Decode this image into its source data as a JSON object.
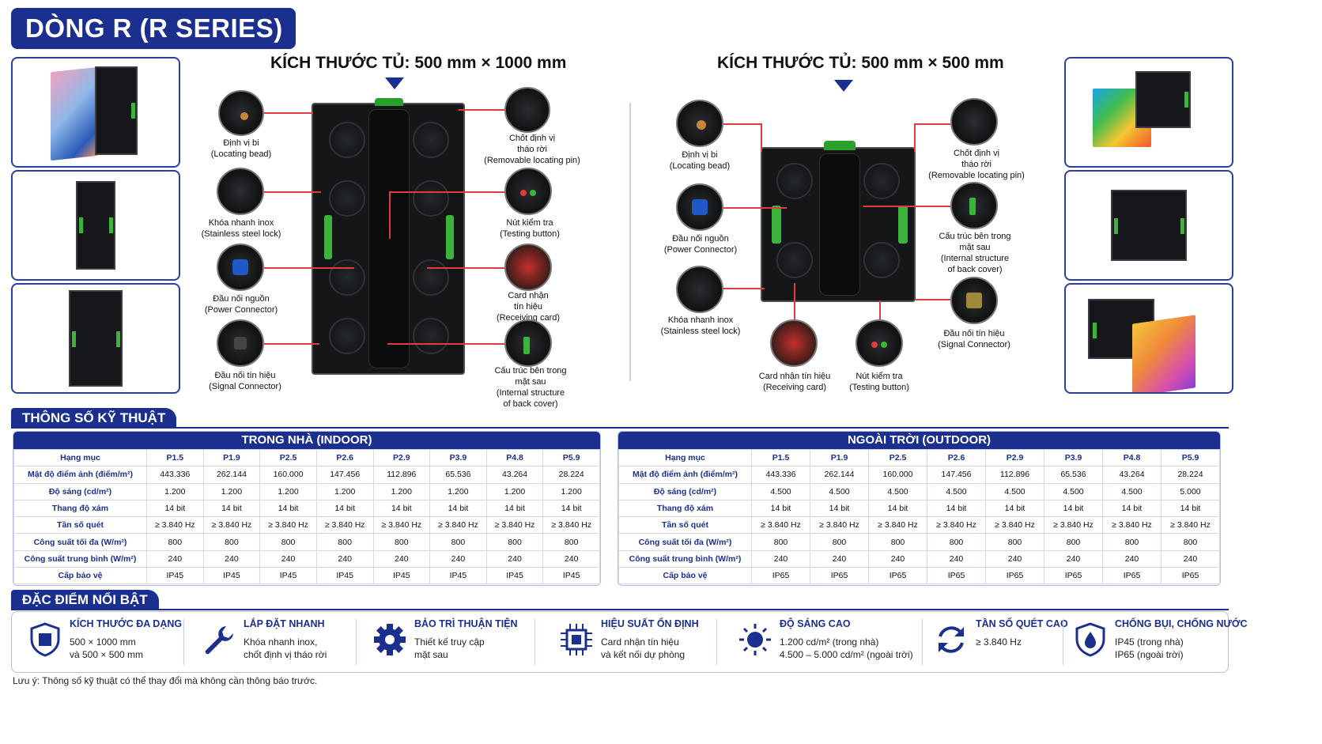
{
  "title": "DÒNG R (R SERIES)",
  "cabinet_left": {
    "title": "KÍCH THƯỚC TỦ: 500 mm × 1000 mm",
    "callouts": [
      {
        "vi": "Định vị bi",
        "en": "(Locating bead)"
      },
      {
        "vi": "Khóa nhanh inox",
        "en": "(Stainless steel lock)"
      },
      {
        "vi": "Đầu nối nguồn",
        "en": "(Power Connector)"
      },
      {
        "vi": "Đầu nối tín hiệu",
        "en": "(Signal Connector)"
      },
      {
        "vi": "Chốt định vị",
        "vi2": "tháo rời",
        "en": "(Removable locating pin)"
      },
      {
        "vi": "Nút kiểm tra",
        "en": "(Testing button)"
      },
      {
        "vi": "Card nhận",
        "vi2": "tín hiệu",
        "en": "(Receiving card)"
      },
      {
        "vi": "Cấu trúc bên trong",
        "vi2": "mặt sau",
        "en": "(Internal structure",
        "en2": "of back cover)"
      }
    ]
  },
  "cabinet_right": {
    "title": "KÍCH THƯỚC TỦ: 500 mm × 500 mm",
    "callouts": [
      {
        "vi": "Định vị bi",
        "en": "(Locating bead)"
      },
      {
        "vi": "Đầu nối nguồn",
        "en": "(Power Connector)"
      },
      {
        "vi": "Khóa nhanh inox",
        "en": "(Stainless steel lock)"
      },
      {
        "vi": "Card nhận tín hiệu",
        "en": "(Receiving card)"
      },
      {
        "vi": "Nút kiểm tra",
        "en": "(Testing button)"
      },
      {
        "vi": "Chốt định vị",
        "vi2": "tháo rời",
        "en": "(Removable locating pin)"
      },
      {
        "vi": "Cấu trúc bên trong",
        "vi2": "mặt sau",
        "en": "(Internal structure",
        "en2": "of back cover)"
      },
      {
        "vi": "Đầu nối tín hiệu",
        "en": "(Signal Connector)"
      }
    ]
  },
  "specs": {
    "section_title": "THÔNG SỐ KỸ THUẬT",
    "indoor": {
      "title": "TRONG NHÀ (INDOOR)",
      "header": [
        "Hạng mục",
        "P1.5",
        "P1.9",
        "P2.5",
        "P2.6",
        "P2.9",
        "P3.9",
        "P4.8",
        "P5.9"
      ],
      "rows": [
        [
          "Mật độ điểm ảnh (điểm/m²)",
          "443.336",
          "262.144",
          "160.000",
          "147.456",
          "112.896",
          "65.536",
          "43.264",
          "28.224"
        ],
        [
          "Độ sáng (cd/m²)",
          "1.200",
          "1.200",
          "1.200",
          "1.200",
          "1.200",
          "1.200",
          "1.200",
          "1.200"
        ],
        [
          "Thang độ xám",
          "14 bit",
          "14 bit",
          "14 bit",
          "14 bit",
          "14 bit",
          "14 bit",
          "14 bit",
          "14 bit"
        ],
        [
          "Tần số quét",
          "≥ 3.840 Hz",
          "≥ 3.840 Hz",
          "≥ 3.840 Hz",
          "≥ 3.840 Hz",
          "≥ 3.840 Hz",
          "≥ 3.840 Hz",
          "≥ 3.840 Hz",
          "≥ 3.840 Hz"
        ],
        [
          "Công suất tối đa (W/m²)",
          "800",
          "800",
          "800",
          "800",
          "800",
          "800",
          "800",
          "800"
        ],
        [
          "Công suất trung bình (W/m²)",
          "240",
          "240",
          "240",
          "240",
          "240",
          "240",
          "240",
          "240"
        ],
        [
          "Cấp bảo vệ",
          "IP45",
          "IP45",
          "IP45",
          "IP45",
          "IP45",
          "IP45",
          "IP45",
          "IP45"
        ]
      ]
    },
    "outdoor": {
      "title": "NGOÀI TRỜI (OUTDOOR)",
      "header": [
        "Hạng mục",
        "P1.5",
        "P1.9",
        "P2.5",
        "P2.6",
        "P2.9",
        "P3.9",
        "P4.8",
        "P5.9"
      ],
      "rows": [
        [
          "Mật độ điểm ảnh (điểm/m²)",
          "443.336",
          "262.144",
          "160.000",
          "147.456",
          "112.896",
          "65.536",
          "43.264",
          "28.224"
        ],
        [
          "Độ sáng (cd/m²)",
          "4.500",
          "4.500",
          "4.500",
          "4.500",
          "4.500",
          "4.500",
          "4.500",
          "5.000"
        ],
        [
          "Thang độ xám",
          "14 bit",
          "14 bit",
          "14 bit",
          "14 bit",
          "14 bit",
          "14 bit",
          "14 bit",
          "14 bit"
        ],
        [
          "Tần số quét",
          "≥ 3.840 Hz",
          "≥ 3.840 Hz",
          "≥ 3.840 Hz",
          "≥ 3.840 Hz",
          "≥ 3.840 Hz",
          "≥ 3.840 Hz",
          "≥ 3.840 Hz",
          "≥ 3.840 Hz"
        ],
        [
          "Công suất tối đa (W/m²)",
          "800",
          "800",
          "800",
          "800",
          "800",
          "800",
          "800",
          "800"
        ],
        [
          "Công suất trung bình (W/m²)",
          "240",
          "240",
          "240",
          "240",
          "240",
          "240",
          "240",
          "240"
        ],
        [
          "Cấp bảo vệ",
          "IP65",
          "IP65",
          "IP65",
          "IP65",
          "IP65",
          "IP65",
          "IP65",
          "IP65"
        ]
      ]
    }
  },
  "features": {
    "section_title": "ĐẶC ĐIỂM NỔI BẬT",
    "items": [
      {
        "icon": "shield-icon",
        "title": "KÍCH THƯỚC ĐA DẠNG",
        "line1": "500 × 1000 mm",
        "line2": "và 500 × 500 mm"
      },
      {
        "icon": "wrench-icon",
        "title": "LẮP ĐẶT NHANH",
        "line1": "Khóa nhanh inox,",
        "line2": "chốt định vị tháo rời"
      },
      {
        "icon": "gear-icon",
        "title": "BẢO TRÌ THUẬN TIỆN",
        "line1": "Thiết kế truy cập",
        "line2": "mặt sau"
      },
      {
        "icon": "chip-icon",
        "title": "HIỆU SUẤT ỔN ĐỊNH",
        "line1": "Card nhận tín hiệu",
        "line2": "và kết nối dự phòng"
      },
      {
        "icon": "sun-icon",
        "title": "ĐỘ SÁNG CAO",
        "line1": "1.200 cd/m² (trong nhà)",
        "line2": "4.500 – 5.000 cd/m² (ngoài trời)"
      },
      {
        "icon": "refresh-icon",
        "title": "TẦN SỐ QUÉT CAO",
        "line1": "≥ 3.840 Hz",
        "line2": ""
      },
      {
        "icon": "water-drop-shield-icon",
        "title": "CHỐNG BỤI, CHỐNG NƯỚC",
        "line1": "IP45 (trong nhà)",
        "line2": "IP65 (ngoài trời)"
      }
    ]
  },
  "note": "Lưu ý: Thông số kỹ thuật có thể thay đổi mà không cần thông báo trước.",
  "colors": {
    "brand_blue": "#1b2f8f",
    "accent_green": "#3cb43c",
    "callout_red": "#e23b3b"
  }
}
